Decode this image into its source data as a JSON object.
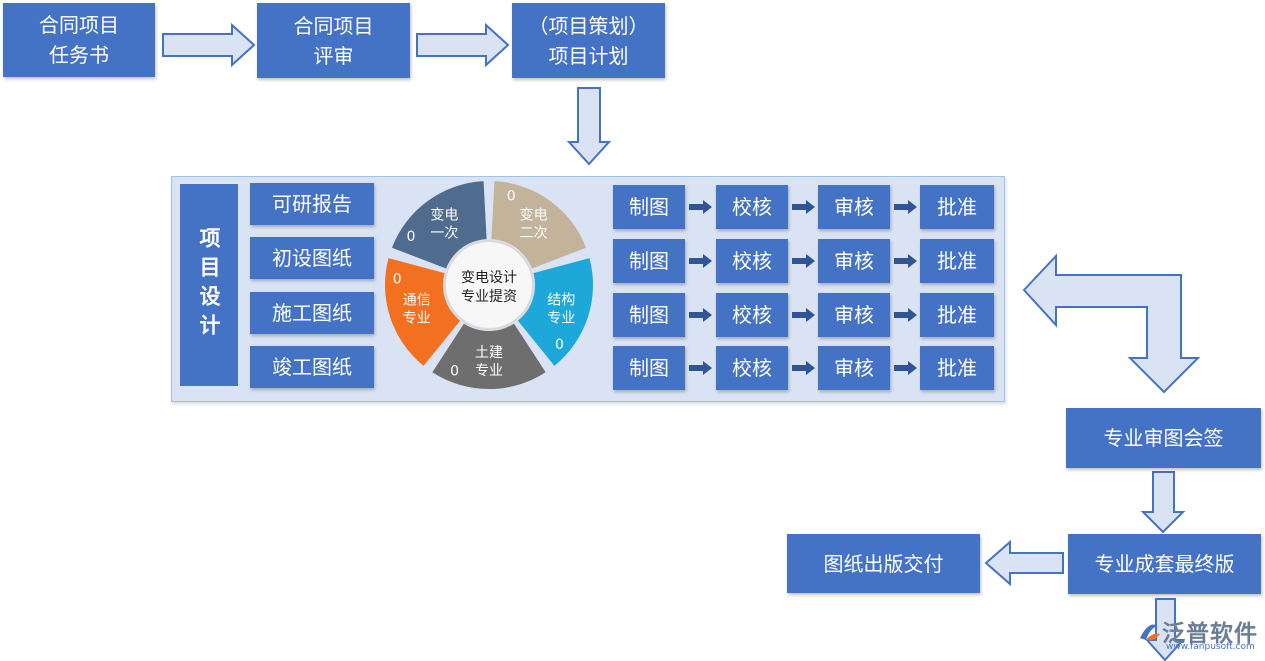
{
  "top_flow": [
    {
      "line1": "合同项目",
      "line2": "任务书"
    },
    {
      "line1": "合同项目",
      "line2": "评审"
    },
    {
      "line1": "（项目策划）",
      "line2": "项目计划"
    }
  ],
  "panel": {
    "side_label": "项目设计",
    "doc_types": [
      "可研报告",
      "初设图纸",
      "施工图纸",
      "竣工图纸"
    ],
    "wheel": {
      "center_line1": "变电设计",
      "center_line2": "专业提资",
      "segments": [
        {
          "line1": "变电",
          "line2": "一次",
          "count": "0",
          "color": "#4f6b8e"
        },
        {
          "line1": "变电",
          "line2": "二次",
          "count": "0",
          "color": "#c2b39a"
        },
        {
          "line1": "结构",
          "line2": "专业",
          "count": "0",
          "color": "#1ea7d9"
        },
        {
          "line1": "土建",
          "line2": "专业",
          "count": "0",
          "color": "#6e6e6e"
        },
        {
          "line1": "通信",
          "line2": "专业",
          "count": "0",
          "color": "#f37021"
        }
      ]
    },
    "workflow_rows": [
      [
        "制图",
        "校核",
        "审核",
        "批准"
      ],
      [
        "制图",
        "校核",
        "审核",
        "批准"
      ],
      [
        "制图",
        "校核",
        "审核",
        "批准"
      ],
      [
        "制图",
        "校核",
        "审核",
        "批准"
      ]
    ]
  },
  "right_flow": {
    "review": "专业审图会签",
    "final": "专业成套最终版",
    "delivery": "图纸出版交付"
  },
  "logo": {
    "name": "泛普软件",
    "url": "www.fanpusoft.com"
  },
  "colors": {
    "box": "#4472c4",
    "panel": "#dae3f3",
    "arrow_fill": "#dae3f3",
    "arrow_stroke": "#4472c4"
  }
}
